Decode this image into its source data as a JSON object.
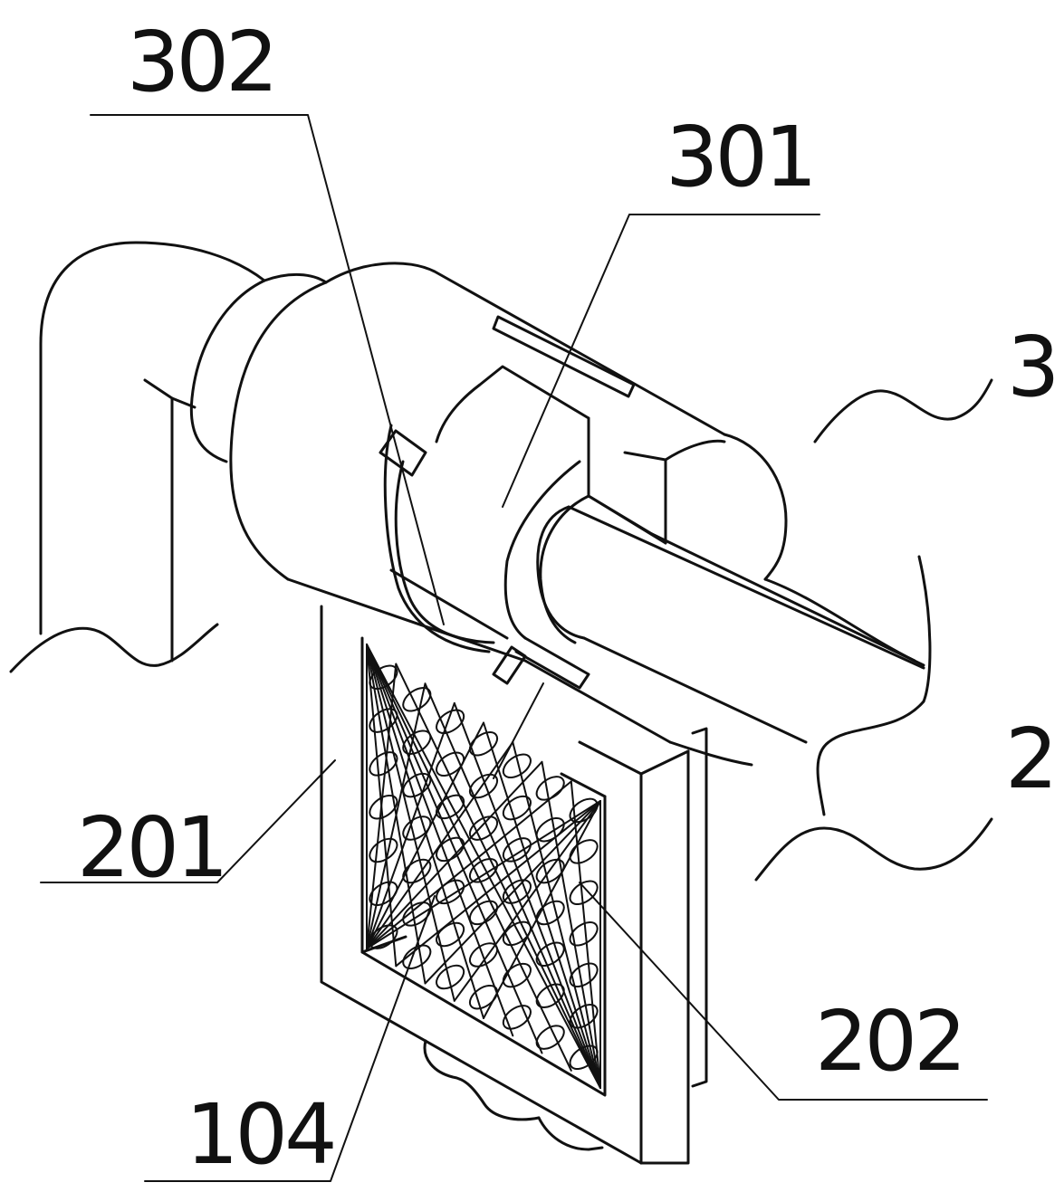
{
  "labels": {
    "l302": "302",
    "l301": "301",
    "l3": "3",
    "l2": "2",
    "l201": "201",
    "l202": "202",
    "l104": "104"
  },
  "colors": {
    "ink": "#111111",
    "paper": "#ffffff"
  }
}
